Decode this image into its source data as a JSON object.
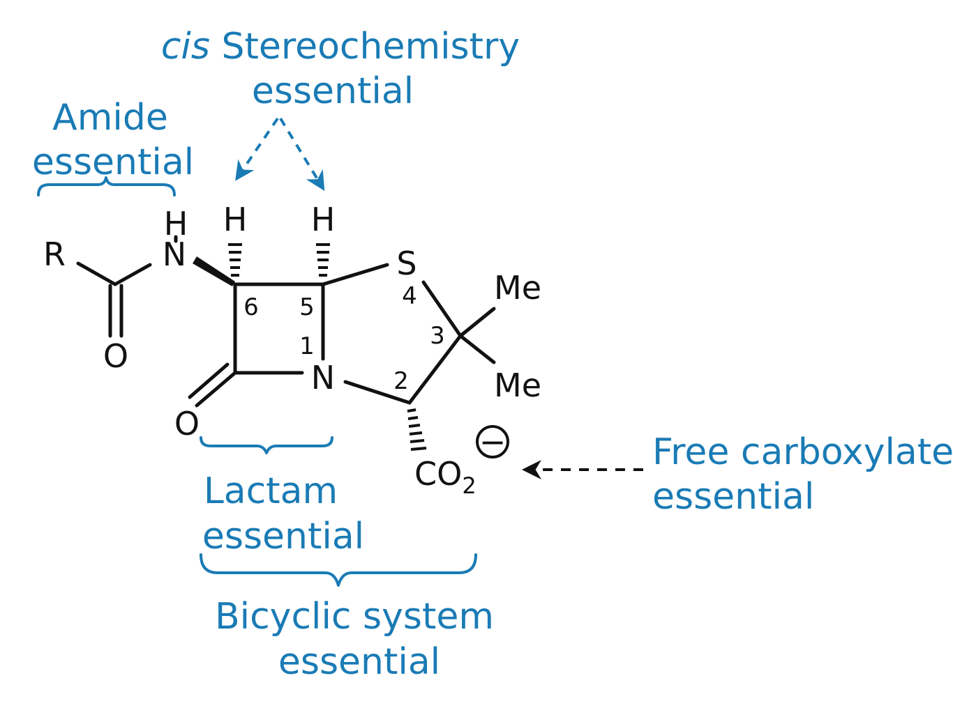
{
  "labels": {
    "cis_italic": "cis",
    "cis_rest": " Stereochemistry",
    "cis_line2": "essential",
    "amide_line1": "Amide",
    "amide_line2": "essential",
    "lactam_line1": "Lactam",
    "lactam_line2": "essential",
    "bicyclic_line1": "Bicyclic system",
    "bicyclic_line2": "essential",
    "carboxylate_line1": "Free carboxylate",
    "carboxylate_line2": "essential"
  },
  "atoms": {
    "r": "R",
    "amide_h": "H",
    "amide_n": "N",
    "amide_o": "O",
    "h6": "H",
    "h5": "H",
    "s": "S",
    "n1": "N",
    "lactam_o": "O",
    "me_top": "Me",
    "me_bottom": "Me",
    "co2": "CO",
    "co2_sub": "2",
    "charge": "−"
  },
  "ring_numbers": {
    "n1": "1",
    "n2": "2",
    "n3": "3",
    "n4": "4",
    "n5": "5",
    "n6": "6"
  },
  "colors": {
    "annotation": "#1a7bb5",
    "structure": "#111111"
  }
}
